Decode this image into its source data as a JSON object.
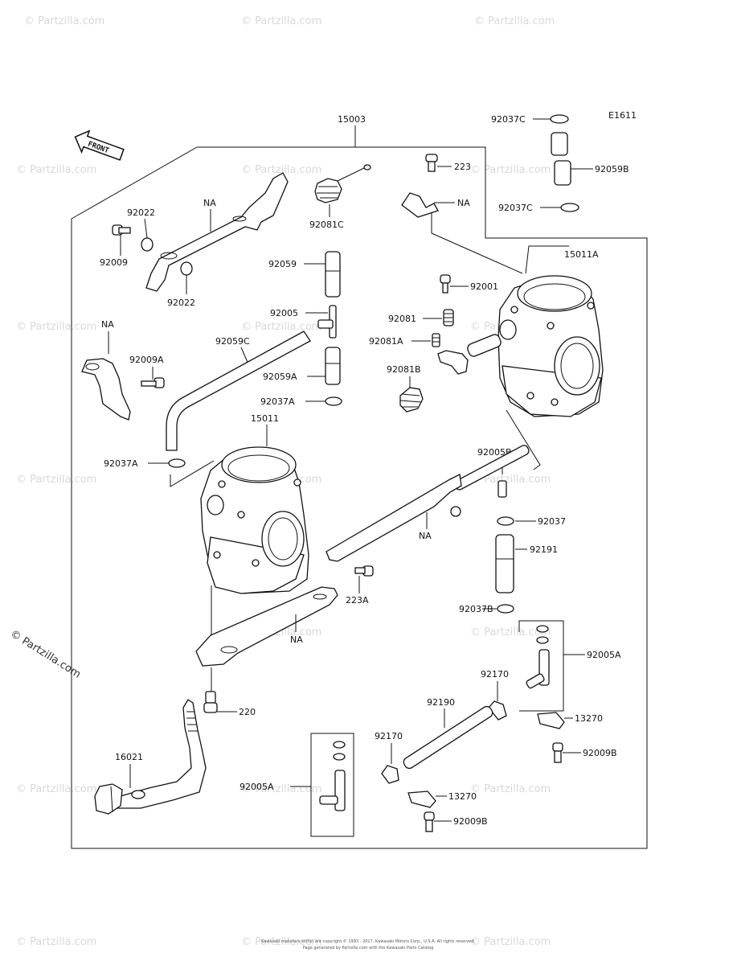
{
  "diagram": {
    "code": "E1611",
    "front_label": "FRONT",
    "labels": {
      "l15003": "15003",
      "l92037C_top": "92037C",
      "l92059B": "92059B",
      "l92037C_mid": "92037C",
      "l223": "223",
      "na_bracket_top": "NA",
      "l92081C": "92081C",
      "na_link": "NA",
      "l92022_a": "92022",
      "l92009": "92009",
      "l92022_b": "92022",
      "l92059": "92059",
      "l92005": "92005",
      "l92059C": "92059C",
      "l92059A": "92059A",
      "l92037A_a": "92037A",
      "l15011": "15011",
      "l92037A_b": "92037A",
      "na_left": "NA",
      "l92009A": "92009A",
      "l15011A": "15011A",
      "l92001": "92001",
      "l92081": "92081",
      "l92081A": "92081A",
      "l92081B": "92081B",
      "l92005B": "92005B",
      "na_rail": "NA",
      "l92037": "92037",
      "l92191": "92191",
      "l223A": "223A",
      "l92037B": "92037B",
      "na_lower": "NA",
      "l92005A_r": "92005A",
      "l220": "220",
      "l92170_r": "92170",
      "l92190": "92190",
      "l13270_r": "13270",
      "l92009B_r": "92009B",
      "l16021": "16021",
      "l92170_l": "92170",
      "l92005A_l": "92005A",
      "l13270_l": "13270",
      "l92009B_l": "92009B"
    },
    "watermark_text": "© Partzilla.com",
    "edge_watermark": "© Partzilla.com",
    "footer_line1": "Kawasaki materials within are copyright © 1993 - 2017, Kawasaki Motors Corp., U.S.A. All rights reserved.",
    "footer_line2": "Page generated by Partzilla.com with the Kawasaki Parts Catalog"
  }
}
